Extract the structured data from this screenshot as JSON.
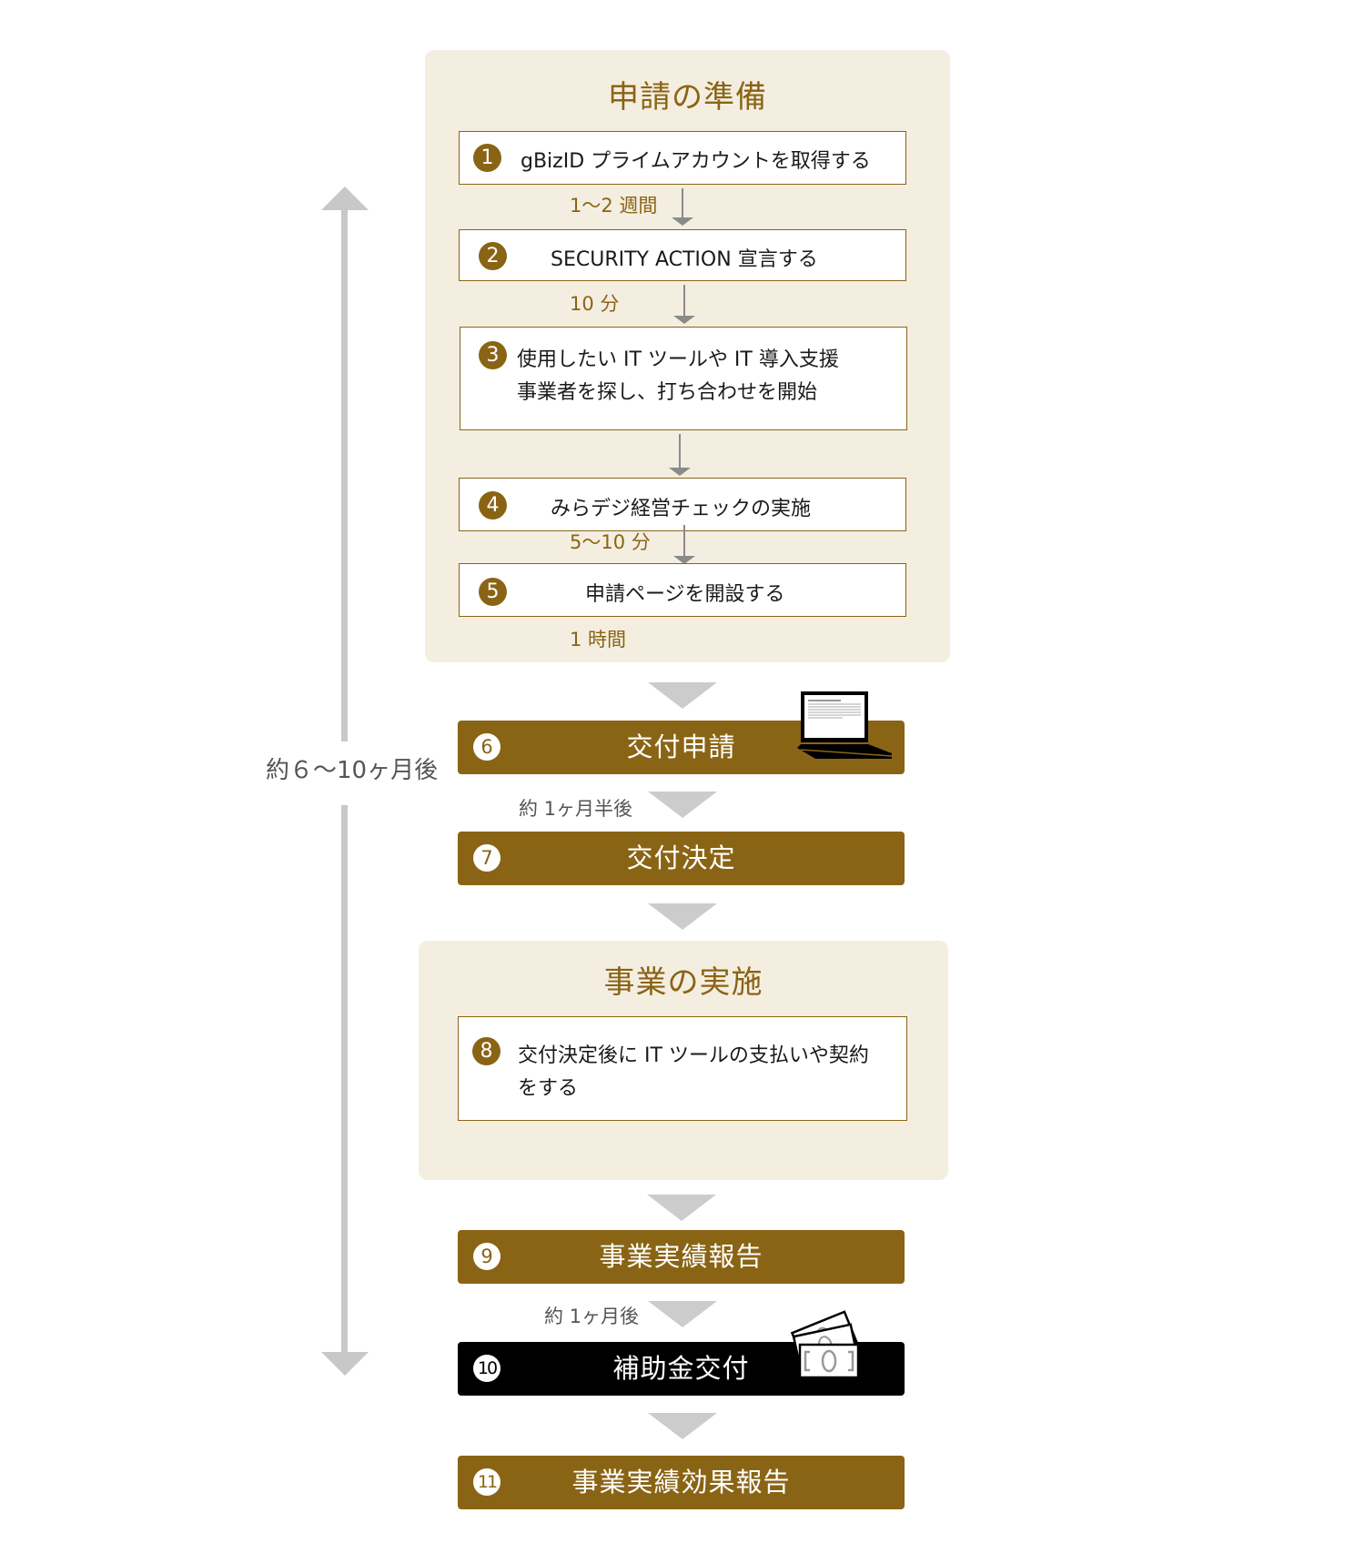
{
  "timeline": {
    "label": "約６〜10ヶ月後"
  },
  "prep": {
    "title": "申請の準備",
    "steps": [
      {
        "num": "1",
        "text": "gBizID プライムアカウントを取得する"
      },
      {
        "num": "2",
        "text": "SECURITY  ACTION 宣言する"
      },
      {
        "num": "3",
        "line1": "使用したい IT ツールや IT 導入支援",
        "line2": "事業者を探し、打ち合わせを開始"
      },
      {
        "num": "4",
        "text": "みらデジ経営チェックの実施"
      },
      {
        "num": "5",
        "text": "申請ページを開設する"
      }
    ],
    "durations": [
      "1〜2 週間",
      "10 分",
      "5〜10 分",
      "1 時間"
    ]
  },
  "flow": {
    "step6": {
      "num": "6",
      "label": "交付申請",
      "icon": "laptop-icon"
    },
    "note_6_7": "約 1ヶ月半後",
    "step7": {
      "num": "7",
      "label": "交付決定"
    },
    "step9": {
      "num": "9",
      "label": "事業実績報告"
    },
    "note_9_10": "約 1ヶ月後",
    "step10": {
      "num": "10",
      "label": "補助金交付",
      "icon": "money-bills-icon"
    },
    "step11": {
      "num": "11",
      "label": "事業実績効果報告"
    }
  },
  "impl": {
    "title": "事業の実施",
    "step8": {
      "num": "8",
      "line1": "交付決定後に IT ツールの支払いや契約",
      "line2": "をする"
    }
  },
  "colors": {
    "brand_brown": "#8a6415",
    "panel_bg": "#f4eee1",
    "arrow_gray": "#cccccc",
    "highlight_black": "#000000"
  }
}
